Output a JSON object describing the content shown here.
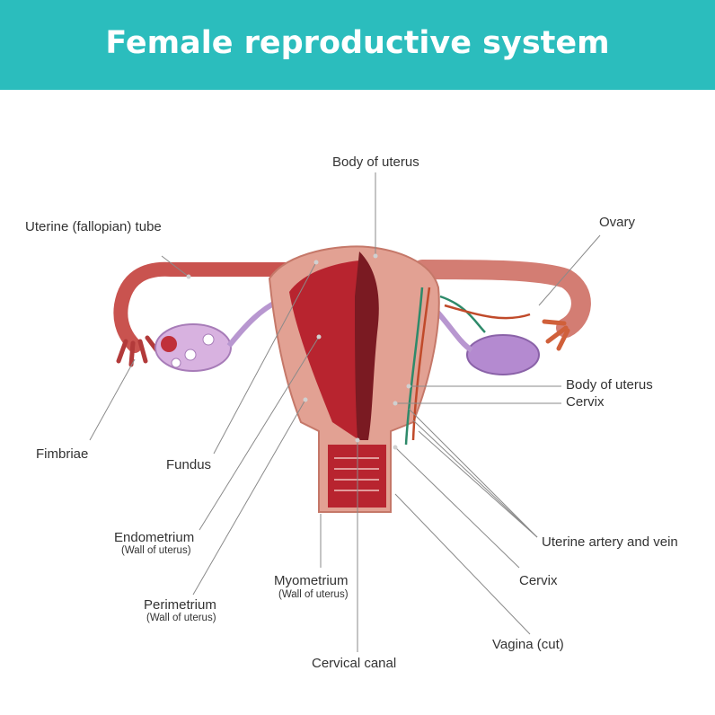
{
  "header": {
    "title": "Female reproductive system"
  },
  "colors": {
    "banner": "#2bbdbd",
    "tissue": "#d9897d",
    "inner": "#a81f2a",
    "ovary": "#c89ad6"
  },
  "labels": {
    "body_of_uterus_top": "Body of uterus",
    "uterine_tube": "Uterine (fallopian) tube",
    "ovary": "Ovary",
    "body_of_uterus_right": "Body of uterus",
    "cervix_right": "Cervix",
    "fimbriae": "Fimbriae",
    "fundus": "Fundus",
    "endometrium": "Endometrium",
    "endometrium_sub": "(Wall of uterus)",
    "uterine_artery_vein": "Uterine artery and vein",
    "myometrium": "Myometrium",
    "myometrium_sub": "(Wall of uterus)",
    "cervix_lower": "Cervix",
    "perimetrium": "Perimetrium",
    "perimetrium_sub": "(Wall of uterus)",
    "vagina": "Vagina (cut)",
    "cervical_canal": "Cervical canal"
  }
}
